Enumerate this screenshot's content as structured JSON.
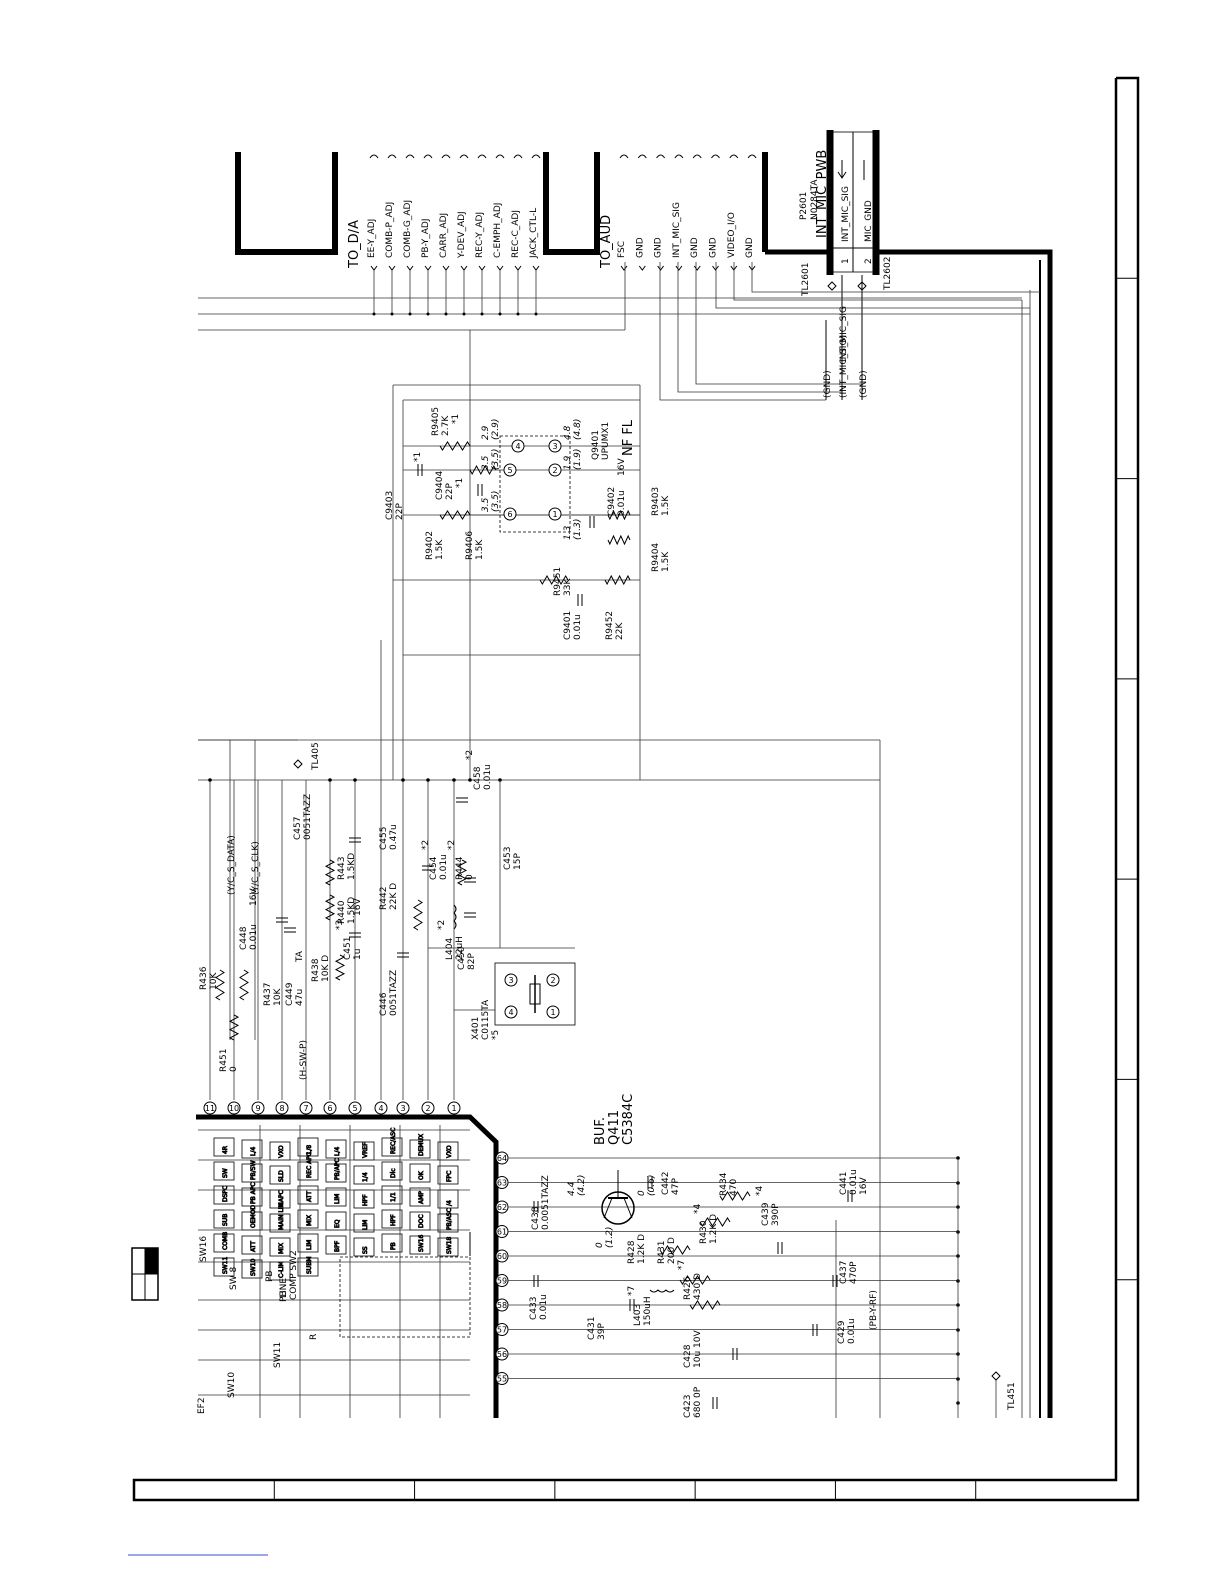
{
  "connectors": {
    "to_da": {
      "title": "TO_D/A",
      "signals": [
        "EE-Y_ADJ",
        "COMB-P_ADJ",
        "COMB-G_ADJ",
        "PB-Y_ADJ",
        "CARR_ADJ",
        "Y-DEV_ADJ",
        "REC-Y_ADJ",
        "C-EMPH_ADJ",
        "REC-C_ADJ",
        "JACK_CTL-L"
      ]
    },
    "to_aud": {
      "title": "TO_AUD",
      "signals": [
        "FSC",
        "GND",
        "GND",
        "INT_MIC_SIG",
        "GND",
        "GND",
        "VIDEO_I/O",
        "GND"
      ]
    },
    "p2601": {
      "ref": "P2601",
      "part": "N0284TA",
      "title": "INT_MIC_PWB",
      "pins": [
        {
          "num": "1",
          "label": "INT_MIC_SIG"
        },
        {
          "num": "2",
          "label": "MIC_GND"
        }
      ],
      "test_points": [
        "TL2601",
        "TL2602"
      ]
    },
    "mic_nets": [
      "(GND)",
      "(INT_MIC_SIG)",
      "(GND)",
      "INT_MIC_SIG"
    ]
  },
  "nf_filter": {
    "transistor": {
      "ref": "Q9401",
      "part": "UPUMX1"
    },
    "title": "NF FL",
    "parts": [
      {
        "ref": "C9403",
        "value": "22P"
      },
      {
        "ref": "R9405",
        "value": "2.7K",
        "note": "*1"
      },
      {
        "ref": "C9404",
        "value": "22P",
        "note": "*1"
      },
      {
        "ref": "R9402",
        "value": "1.5K"
      },
      {
        "ref": "R9406",
        "value": "1.5K"
      },
      {
        "ref": "C9402",
        "value": "0.01u",
        "rating": "16V"
      },
      {
        "ref": "R9403",
        "value": "1.5K"
      },
      {
        "ref": "R9404",
        "value": "1.5K"
      },
      {
        "ref": "R9451",
        "value": "33K"
      },
      {
        "ref": "C9401",
        "value": "0.01u"
      },
      {
        "ref": "R9452",
        "value": "22K"
      }
    ],
    "voltages": [
      "2.9",
      "(2.9)",
      "4.8",
      "(4.8)",
      "3.5",
      "(3.5)",
      "1.9",
      "(1.9)",
      "3.5",
      "(3.5)",
      "1.3",
      "(1.3)"
    ],
    "note_mark": "*1",
    "pin_numbers": [
      "4",
      "3",
      "5",
      "2",
      "6",
      "1"
    ]
  },
  "mid_section": {
    "test_point": "TL405",
    "nets": [
      "(Y/C_S_DATA)",
      "(Y/C_S_CLK)",
      "(H-SW-P)"
    ],
    "parts": [
      {
        "ref": "R436",
        "value": "10K"
      },
      {
        "ref": "R451",
        "value": "0"
      },
      {
        "ref": "C448",
        "value": "0.01u",
        "rating": "16V"
      },
      {
        "ref": "R437",
        "value": "10K"
      },
      {
        "ref": "C449",
        "value": "47u",
        "rating": "TA"
      },
      {
        "ref": "C457",
        "value": "0051TAZZ"
      },
      {
        "ref": "R443",
        "value": "1.5KD"
      },
      {
        "ref": "R440",
        "value": "1.5KD"
      },
      {
        "ref": "C451",
        "value": "1u",
        "rating": "16V",
        "note": "*3"
      },
      {
        "ref": "R438",
        "value": "10K D"
      },
      {
        "ref": "C446",
        "value": "0051TAZZ"
      },
      {
        "ref": "R442",
        "value": "22K D"
      },
      {
        "ref": "C455",
        "value": "0.47u"
      },
      {
        "ref": "C454",
        "value": "0.01u",
        "note": "*2"
      },
      {
        "ref": "R444",
        "value": "0",
        "note": "*2"
      },
      {
        "ref": "C458",
        "value": "0.01u",
        "note": "*2"
      },
      {
        "ref": "C453",
        "value": "15P"
      },
      {
        "ref": "L404",
        "value": "22uH",
        "note": "*2"
      },
      {
        "ref": "C450",
        "value": "82P"
      }
    ],
    "crystal": {
      "ref": "X401",
      "part": "C0115TA",
      "note": "*5",
      "pins": [
        "3",
        "4",
        "2",
        "1"
      ]
    },
    "ic_pins": [
      "11",
      "10",
      "9",
      "8",
      "7",
      "6",
      "5",
      "4",
      "3",
      "2",
      "1"
    ]
  },
  "ic": {
    "pins_right": [
      "64",
      "63",
      "62",
      "61",
      "60",
      "59",
      "58",
      "57",
      "56",
      "55"
    ],
    "blocks": [
      "4R",
      "L/4",
      "VXO",
      "L/8",
      "L/4",
      "VREF",
      "REC/ASC",
      "DEMUX",
      "VXO",
      "SW",
      "PB/SW",
      "SLD",
      "REC APC",
      "PB/APC",
      "1/4",
      "Dlc",
      "OK",
      "FPC",
      "DSPC",
      "PB APC",
      "SAPC",
      "ATT",
      "LIM",
      "HPF",
      "1/1",
      "AMP",
      "/4",
      "SUB",
      "OEMOD",
      "MAIN LIM",
      "MIX",
      "EQ",
      "LIM",
      "HPF",
      "DOC",
      "PB/ASC",
      "COMB",
      "ATT",
      "MIX",
      "LIM",
      "BPF",
      "SS",
      "PB",
      "SW16",
      "SW18",
      "SW11",
      "SW10",
      "C-LIM",
      "SUBM"
    ],
    "labels": [
      "PB",
      "LINE",
      "COMP SW2",
      "PB",
      "R",
      "SW 8",
      "SW16",
      "SW11",
      "SW10",
      "EF2"
    ],
    "legend_boxes": 4
  },
  "buffer": {
    "label": "BUF.",
    "ref": "Q411",
    "part": "C5384C",
    "voltages": [
      "4.4",
      "(4.2)",
      "0",
      "(0.6)",
      "0",
      "(1.2)"
    ],
    "parts": [
      {
        "ref": "C442",
        "value": "47P"
      },
      {
        "ref": "R434",
        "value": "470"
      },
      {
        "ref": "C441",
        "value": "0.01u",
        "rating": "16V"
      },
      {
        "ref": "C438",
        "value": "0.0051TAZZ"
      },
      {
        "ref": "R430",
        "value": "1.2K D",
        "note": "*4"
      },
      {
        "ref": "C439",
        "value": "390P",
        "note": "*4"
      },
      {
        "ref": "R428",
        "value": "1.2K D"
      },
      {
        "ref": "R431",
        "value": "200 D"
      },
      {
        "ref": "C437",
        "value": "470P"
      },
      {
        "ref": "C433",
        "value": "0.01u"
      },
      {
        "ref": "L403",
        "value": "150uH",
        "note": "*7"
      },
      {
        "ref": "R426",
        "value": "430 D",
        "note": "*7"
      },
      {
        "ref": "C431",
        "value": "39P"
      },
      {
        "ref": "C429",
        "value": "0.01u"
      },
      {
        "ref": "C428",
        "value": "10u 10V"
      },
      {
        "ref": "C423",
        "value": "680 0P"
      }
    ],
    "nets": [
      "(PB-Y-RF)"
    ],
    "test_point": "TL451"
  },
  "frame": {
    "bottom_zones": 7,
    "right_zones": 7
  }
}
